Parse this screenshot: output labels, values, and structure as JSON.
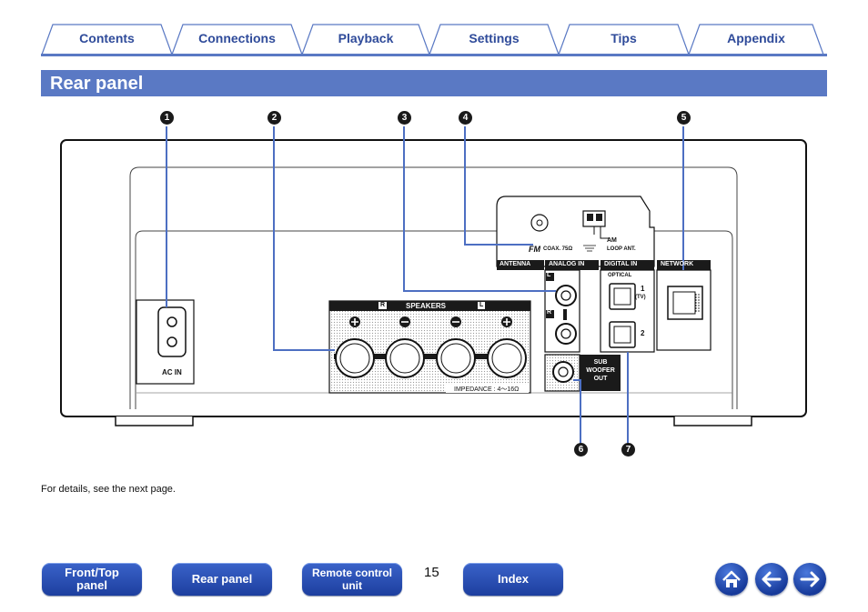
{
  "tabs": [
    {
      "label": "Contents"
    },
    {
      "label": "Connections"
    },
    {
      "label": "Playback"
    },
    {
      "label": "Settings"
    },
    {
      "label": "Tips"
    },
    {
      "label": "Appendix"
    }
  ],
  "title": "Rear panel",
  "callouts": [
    "1",
    "2",
    "3",
    "4",
    "5",
    "6",
    "7"
  ],
  "panel": {
    "ac_in": "AC IN",
    "speakers": "SPEAKERS",
    "speaker_r": "R",
    "speaker_l": "L",
    "impedance": "IMPEDANCE : 4～16Ω",
    "fm": "FM",
    "coax": "COAX. 75Ω",
    "am": "AM",
    "loop_ant": "LOOP ANT.",
    "antenna": "ANTENNA",
    "analog_in": "ANALOG IN",
    "analog_l": "L",
    "analog_r": "R",
    "digital_in": "DIGITAL IN",
    "optical": "OPTICAL",
    "optical_1": "1",
    "optical_1_sub": "(TV)",
    "optical_2": "2",
    "network": "NETWORK",
    "sub_woofer_out": [
      "SUB",
      "WOOFER",
      "OUT"
    ]
  },
  "footnote": "For details, see the next page.",
  "nav": {
    "front_top_panel": [
      "Front/Top",
      "panel"
    ],
    "rear_panel": "Rear panel",
    "remote_control_unit": [
      "Remote control",
      "unit"
    ],
    "index": "Index",
    "page_number": "15"
  },
  "icons": [
    "home-icon",
    "arrow-left-icon",
    "arrow-right-icon"
  ],
  "colors": {
    "accent": "#5a79c4",
    "tab_text": "#2f4b9a",
    "button": "#1d3f9f"
  }
}
